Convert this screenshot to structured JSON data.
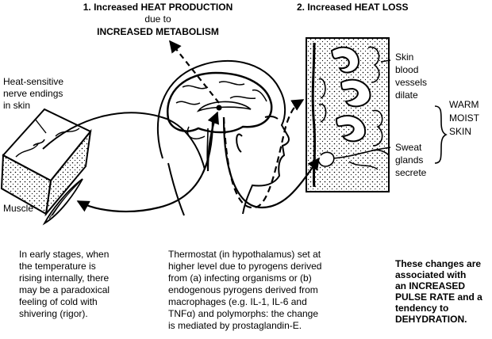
{
  "headings": {
    "heat_production": [
      "1. Increased HEAT PRODUCTION",
      "due to",
      "INCREASED METABOLISM"
    ],
    "heat_loss": "2. Increased HEAT LOSS"
  },
  "labels": {
    "nerve_endings": [
      "Heat-sensitive",
      "nerve endings",
      "in skin"
    ],
    "muscle": "Muscle",
    "skin_vessels": [
      "Skin",
      "blood",
      "vessels",
      "dilate"
    ],
    "sweat_glands": [
      "Sweat",
      "glands",
      "secrete"
    ],
    "warm_moist_skin": [
      "WARM",
      "MOIST",
      "SKIN"
    ]
  },
  "notes": {
    "early_stages": [
      "In early stages, when",
      "the temperature is",
      "rising internally, there",
      "may be a paradoxical",
      "feeling of cold with",
      "shivering (rigor)."
    ],
    "thermostat": [
      "Thermostat (in hypothalamus) set at",
      "higher level due to pyrogens derived",
      "from (a) infecting organisms or (b)",
      "endogenous pyrogens derived from",
      "macrophages (e.g. IL-1, IL-6 and",
      "TNFα) and polymorphs: the change",
      "is mediated by prostaglandin-E."
    ],
    "changes": [
      "These changes are",
      "associated with",
      "an INCREASED",
      "PULSE RATE and a",
      "tendency to",
      "DEHYDRATION."
    ]
  }
}
